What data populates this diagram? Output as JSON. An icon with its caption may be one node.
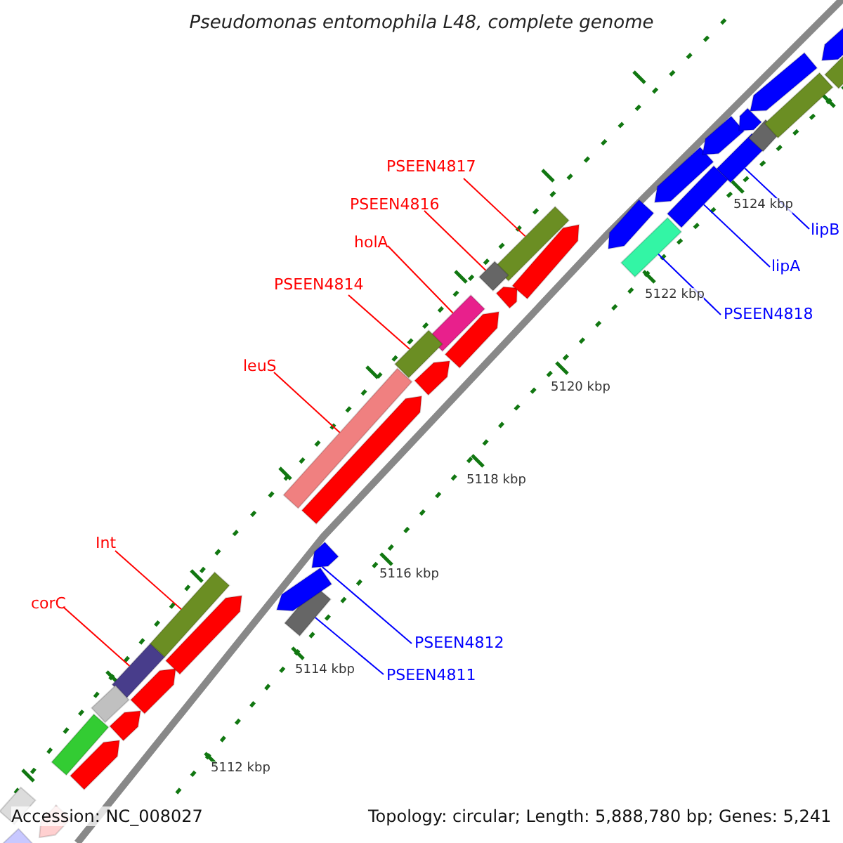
{
  "diagram": {
    "title": "Pseudomonas entomophila L48, complete genome",
    "nodes": [
      {
        "text": [
          "PSEEN4817"
        ]
      },
      {
        "text": [
          "PSEEN4816"
        ]
      },
      {
        "text": [
          "lipB"
        ]
      },
      {
        "text": [
          "holA"
        ]
      },
      {
        "text": [
          "lipA"
        ]
      },
      {
        "text": [
          "PSEEN4814"
        ]
      },
      {
        "text": [
          "PSEEN4818"
        ]
      },
      {
        "text": [
          "leuS"
        ]
      },
      {
        "text": [
          "Int"
        ]
      },
      {
        "text": [
          "corC"
        ]
      },
      {
        "text": [
          "PSEEN4812"
        ]
      },
      {
        "text": [
          "PSEEN4811"
        ]
      },
      {
        "text": [],
        "shape": "bar"
      },
      {
        "text": [],
        "shape": "bar"
      },
      {
        "text": [],
        "shape": "bar"
      },
      {
        "text": [],
        "shape": "bar"
      },
      {
        "text": [],
        "shape": "bar"
      },
      {
        "text": [],
        "shape": "bar"
      },
      {
        "text": [],
        "shape": "bar"
      },
      {
        "text": [],
        "shape": "bar"
      },
      {
        "text": [],
        "shape": "bar"
      },
      {
        "text": [],
        "shape": "bar"
      },
      {
        "text": [],
        "shape": "arrow"
      },
      {
        "text": [],
        "shape": "bar"
      },
      {
        "text": [],
        "shape": "arrow"
      },
      {
        "text": [],
        "shape": "bar"
      },
      {
        "text": [],
        "shape": "arrow"
      },
      {
        "text": [],
        "shape": "bar"
      },
      {
        "text": [],
        "shape": "arrow"
      },
      {
        "text": [],
        "shape": "bar"
      },
      {
        "text": [],
        "shape": "arrow"
      },
      {
        "text": [],
        "shape": "arrow"
      },
      {
        "text": [],
        "shape": "arrow"
      },
      {
        "text": [],
        "shape": "arrow"
      },
      {
        "text": [],
        "shape": "arrow"
      },
      {
        "text": [],
        "shape": "arrow"
      },
      {
        "text": [],
        "shape": "arrow"
      },
      {
        "text": [],
        "shape": "arrow"
      },
      {
        "text": [],
        "shape": "arrow"
      },
      {
        "text": [],
        "shape": "arrow"
      },
      {
        "text": [],
        "shape": "arrow"
      },
      {
        "text": [],
        "shape": "arrow"
      },
      {
        "text": [],
        "shape": "arrow"
      },
      {
        "text": [],
        "shape": "arrow"
      },
      {
        "text": [],
        "shape": "bar"
      },
      {
        "text": [],
        "shape": "bar"
      },
      {
        "text": [],
        "shape": "arrow"
      },
      {
        "text": [],
        "shape": "bar"
      }
    ],
    "edges": [
      {
        "from": 0,
        "to": 12,
        "arrow": "none"
      },
      {
        "from": 1,
        "to": 13,
        "arrow": "none"
      },
      {
        "from": 2,
        "to": 14,
        "arrow": "none",
        "color": "#0000ff"
      },
      {
        "from": 3,
        "to": 15,
        "arrow": "none"
      },
      {
        "from": 4,
        "to": 16,
        "arrow": "none",
        "color": "#0000ff"
      },
      {
        "from": 5,
        "to": 17,
        "arrow": "none"
      },
      {
        "from": 6,
        "to": 18,
        "arrow": "none",
        "color": "#0000ff"
      },
      {
        "from": 7,
        "to": 19,
        "arrow": "none"
      },
      {
        "from": 8,
        "to": 20,
        "arrow": "none"
      },
      {
        "from": 9,
        "to": 21,
        "arrow": "none"
      },
      {
        "from": 10,
        "to": 22,
        "arrow": "none",
        "color": "#0000ff"
      },
      {
        "from": 11,
        "to": 23,
        "arrow": "none",
        "color": "#0000ff"
      }
    ],
    "labels": [
      "5124 kbp",
      "5122 kbp",
      "5120 kbp",
      "5118 kbp",
      "5116 kbp",
      "5114 kbp",
      "5112 kbp",
      "Accession: NC_008027",
      "Topology: circular; Length: 5,888,780 bp; Genes: 5,241"
    ]
  }
}
